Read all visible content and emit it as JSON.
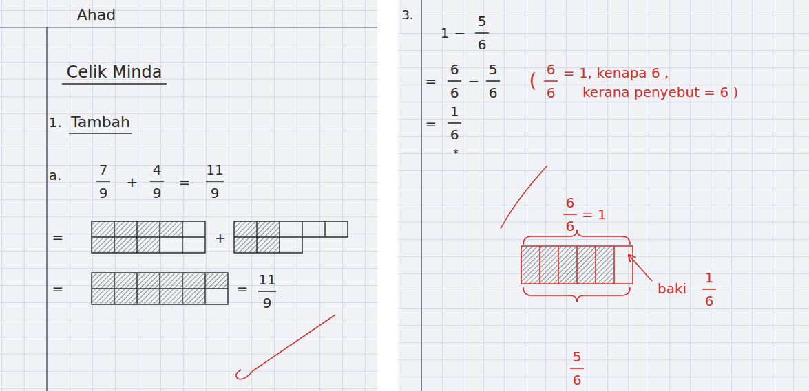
{
  "diagram": {
    "labels": [
      "Ahad",
      "Celik Minda",
      "1.",
      "Tambah",
      "a.",
      "7",
      "9",
      "+",
      "4",
      "9",
      "=",
      "11",
      "9",
      "=",
      "+",
      "=",
      "=",
      "11",
      "9",
      "3.",
      "1",
      "−",
      "5",
      "6",
      "=",
      "6",
      "6",
      "−",
      "5",
      "6",
      "(",
      "6",
      "6",
      "= 1, kenapa 6 ,",
      "kerana penyebut = 6 )",
      "=",
      "1",
      "6",
      "*",
      "6",
      "6",
      "= 1",
      "baki",
      "1",
      "6",
      "5",
      "6"
    ]
  }
}
